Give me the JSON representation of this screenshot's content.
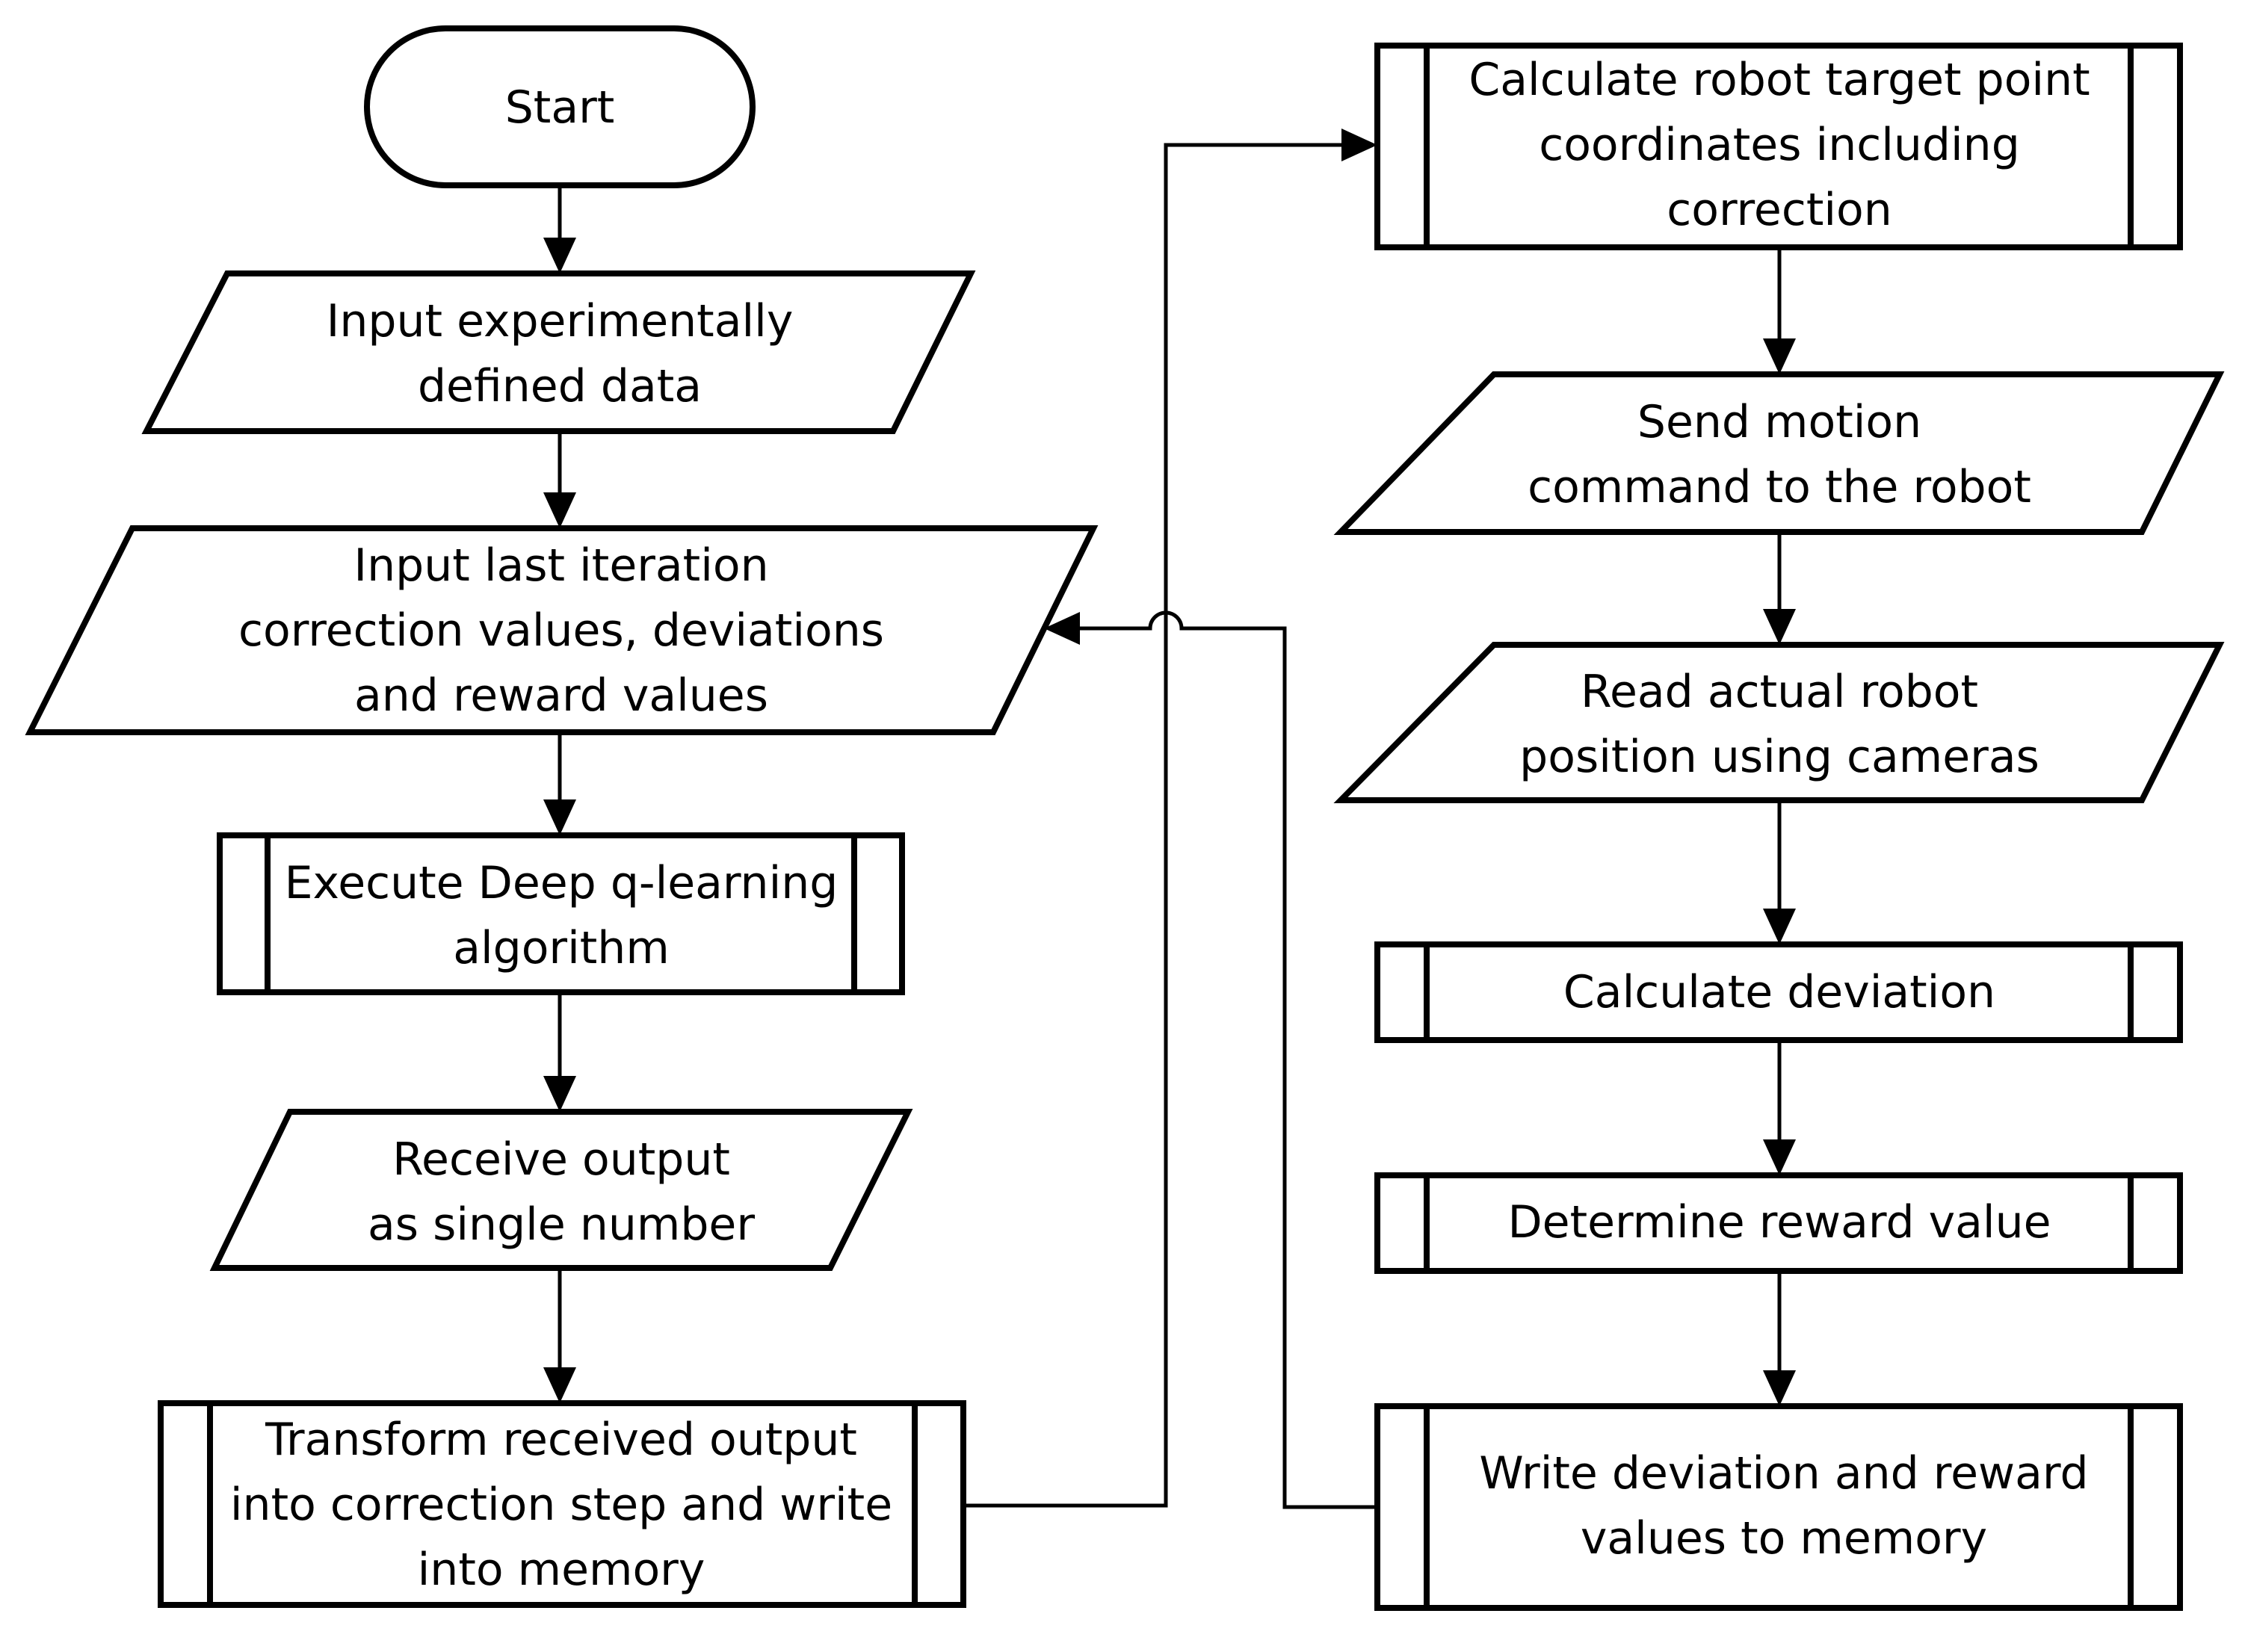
{
  "flowchart": {
    "start": {
      "label": "Start"
    },
    "input_data": {
      "lines": [
        "Input experimentally",
        "defined data"
      ]
    },
    "input_last": {
      "lines": [
        "Input last iteration",
        "correction values, deviations",
        "and reward values"
      ]
    },
    "execute_dql": {
      "lines": [
        "Execute Deep q-learning",
        "algorithm"
      ]
    },
    "receive_output": {
      "lines": [
        "Receive output",
        "as single number"
      ]
    },
    "transform_output": {
      "lines": [
        "Transform received output",
        "into correction step and write",
        "into memory"
      ]
    },
    "calc_target": {
      "lines": [
        "Calculate robot target point",
        "coordinates including",
        "correction"
      ]
    },
    "send_motion": {
      "lines": [
        "Send motion",
        "command to the robot"
      ]
    },
    "read_position": {
      "lines": [
        "Read actual robot",
        "position using cameras"
      ]
    },
    "calc_deviation": {
      "lines": [
        "Calculate deviation"
      ]
    },
    "determine_reward": {
      "lines": [
        "Determine reward value"
      ]
    },
    "write_memory": {
      "lines": [
        "Write deviation and reward",
        "values to memory"
      ]
    }
  }
}
